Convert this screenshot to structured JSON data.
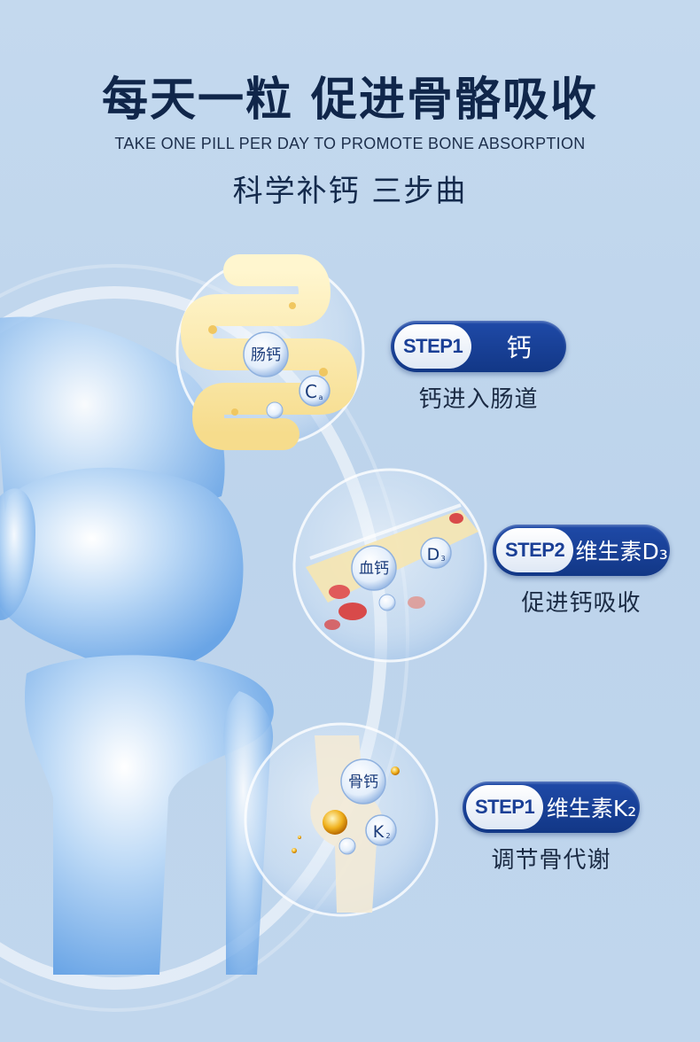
{
  "header": {
    "title": "每天一粒 促进骨骼吸收",
    "subtitle_en": "TAKE ONE PILL PER DAY TO PROMOTE BONE ABSORPTION",
    "subtitle_cn": "科学补钙 三步曲"
  },
  "steps": [
    {
      "step_label": "STEP1",
      "name": "钙",
      "desc": "钙进入肠道",
      "bubble": "肠钙",
      "badge": "C",
      "badge_sub": "a"
    },
    {
      "step_label": "STEP2",
      "name": "维生素D₃",
      "desc": "促进钙吸收",
      "bubble": "血钙",
      "badge": "D",
      "badge_sub": "3"
    },
    {
      "step_label": "STEP1",
      "name": "维生素K₂",
      "desc": "调节骨代谢",
      "bubble": "骨钙",
      "badge": "K",
      "badge_sub": "2"
    }
  ],
  "colors": {
    "pill": "#1a4199",
    "background": "#c2d8ee",
    "title": "#10264a"
  }
}
